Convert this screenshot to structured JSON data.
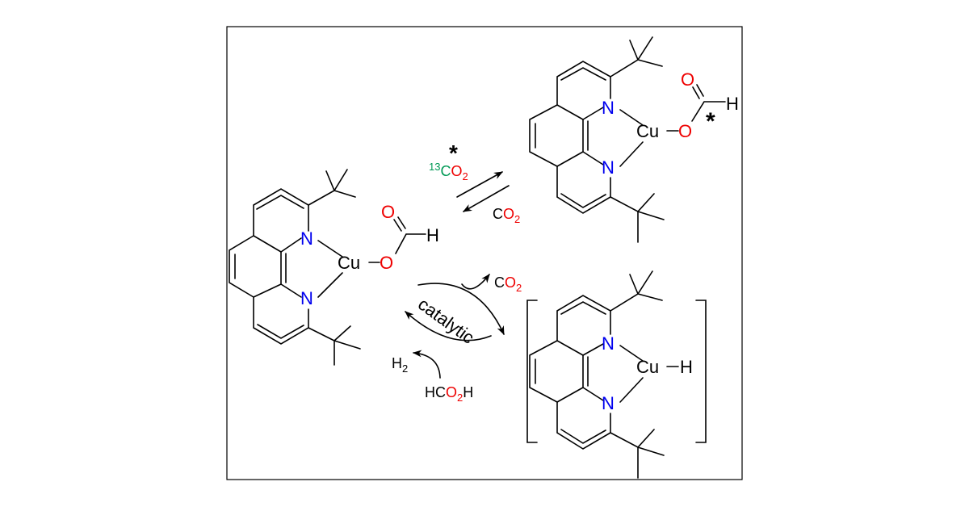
{
  "colors": {
    "nitrogen": "#0000ee",
    "oxygen": "#ee0000",
    "label_13c": "#009955",
    "ink": "#000000"
  },
  "atoms": {
    "N": "N",
    "Cu": "Cu",
    "O": "O",
    "H": "H"
  },
  "equilibrium": {
    "star": "*",
    "isotope": "13",
    "forward_c": "C",
    "forward_o": "O",
    "forward_sub": "2",
    "reverse_c": "C",
    "reverse_o": "O",
    "reverse_sub": "2"
  },
  "product": {
    "star": "*"
  },
  "catalytic_cycle": {
    "label": "catalytic",
    "co2_c": "C",
    "co2_o": "O",
    "co2_sub": "2",
    "h2": "H",
    "h2_sub": "2",
    "hco2h_hc": "HC",
    "hco2h_o": "O",
    "hco2h_sub": "2",
    "hco2h_h": "H"
  },
  "intermediate": {
    "cu_h": "Cu",
    "h": "H"
  }
}
